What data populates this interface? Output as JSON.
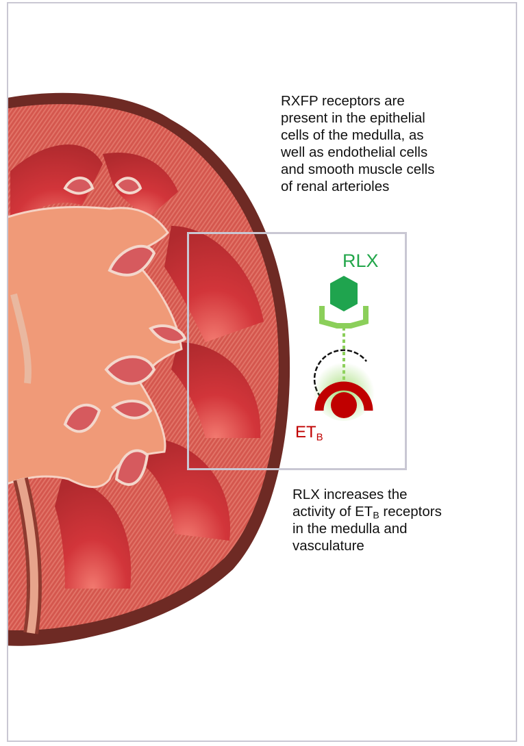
{
  "top_text": {
    "lines": [
      "RXFP receptors are",
      "present in the epithelial",
      "cells of the medulla, as",
      "well as endothelial cells",
      "and smooth muscle cells",
      "of renal arterioles"
    ]
  },
  "bottom_text": {
    "line1": "RLX increases the",
    "line2_before": "activity of ET",
    "line2_sub": "B",
    "line2_after": " receptors",
    "line3": "in the medulla and",
    "line4": "vasculature"
  },
  "labels": {
    "rlx": "RLX",
    "etb_main": "ET",
    "etb_sub": "B"
  },
  "colors": {
    "frame_border": "#c9c7d3",
    "rlx_green": "#22a64a",
    "receptor_light_green": "#8bcf5a",
    "etb_red": "#c00000",
    "kidney_capsule": "#6e2a24",
    "kidney_cortex": "#d4574e",
    "kidney_medulla": "#c9383a",
    "renal_sinus": "#f09a78"
  }
}
